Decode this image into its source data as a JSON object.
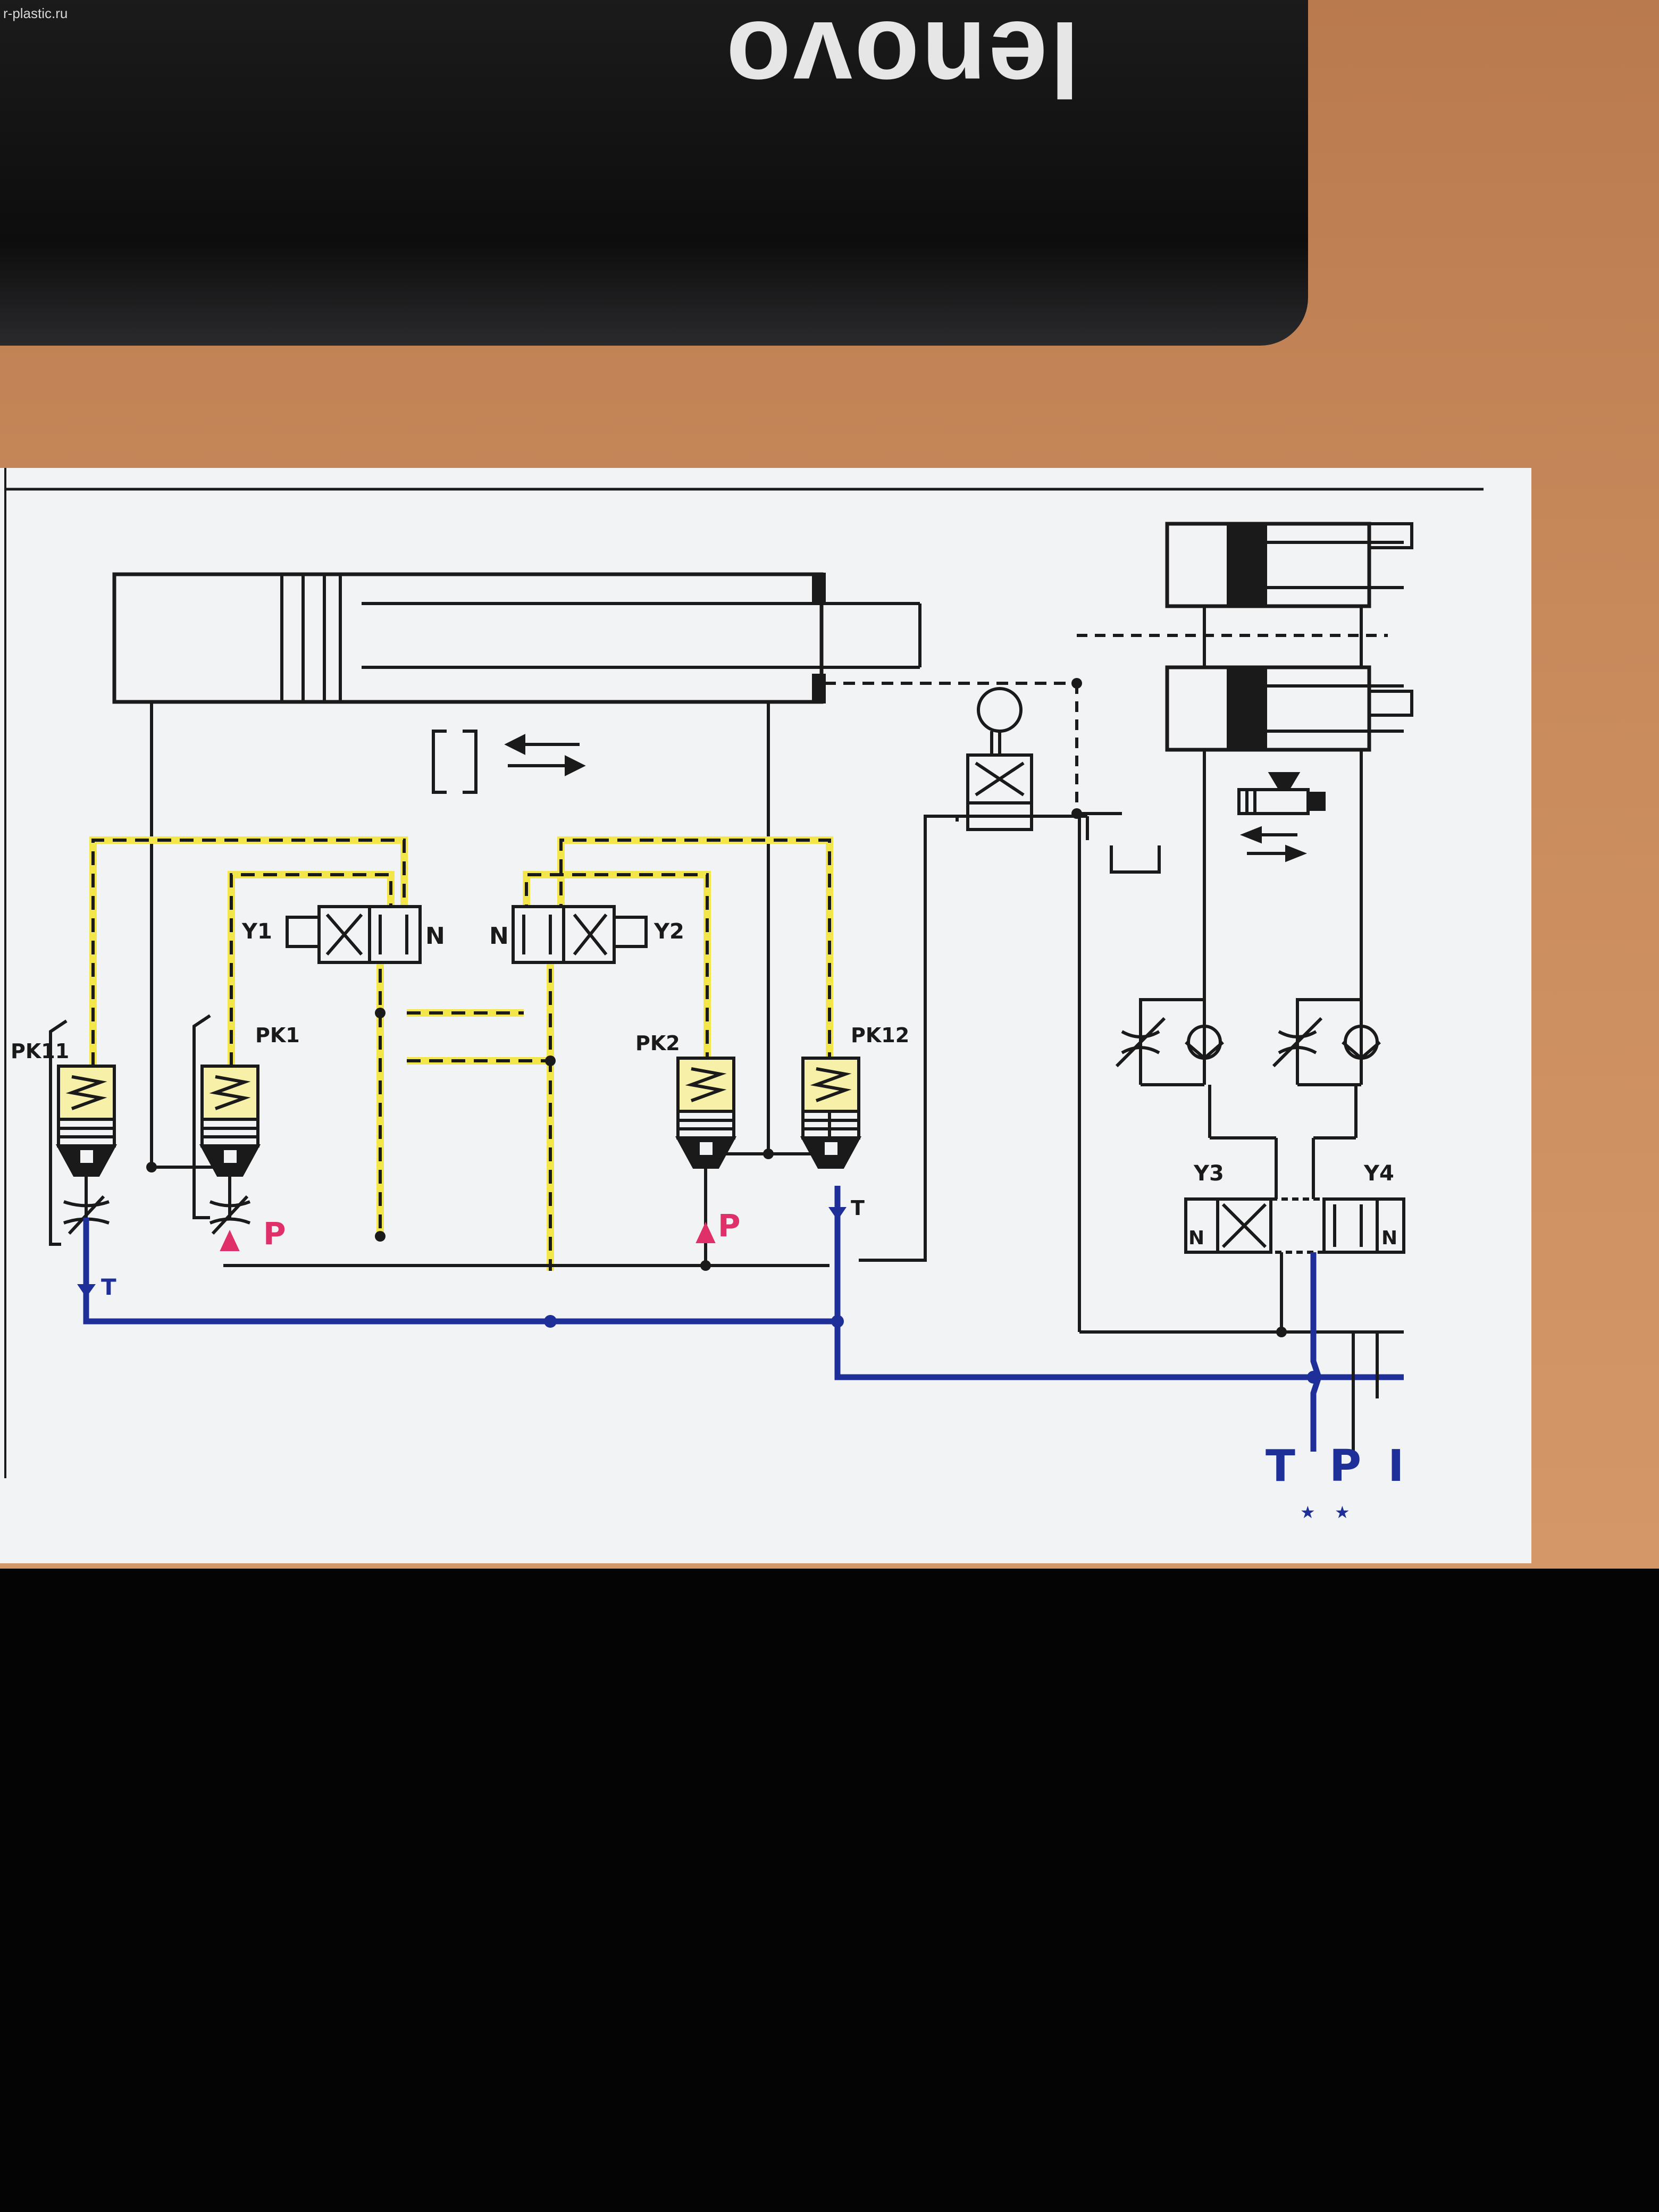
{
  "photo": {
    "laptop_logo": "lenovo",
    "watermark": "r-plastic.ru"
  },
  "schematic": {
    "valve_labels": {
      "y1": "Y1",
      "y2": "Y2",
      "y3": "Y3",
      "y4": "Y4",
      "n_left": "N",
      "n_mid": "N",
      "n_y3": "N",
      "n_y4": "N"
    },
    "relay_labels": {
      "pk11": "PK11",
      "pk1": "PK1",
      "pk2": "PK2",
      "pk12": "PK12"
    },
    "port_labels": {
      "p_left": "P",
      "p_mid": "P",
      "t_left": "T",
      "t_mid": "T",
      "t_main": "T",
      "p_main": "P",
      "i_main": "I"
    },
    "colors": {
      "tank_line": "#1e2f9a",
      "pilot_line": "#f3e64a",
      "pressure_arrow": "#e0306a",
      "ink": "#1a1a1a",
      "relay_fill": "#f6f0a8"
    }
  }
}
